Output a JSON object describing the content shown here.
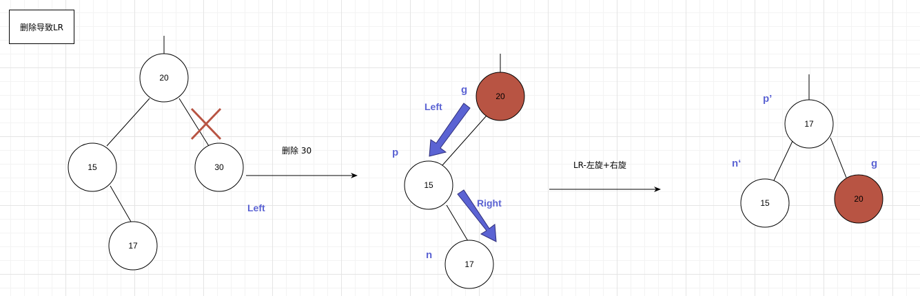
{
  "title_box": {
    "text": "删除导致LR"
  },
  "step1": {
    "nodes": {
      "root": "20",
      "left": "15",
      "right": "30",
      "left_right": "17"
    },
    "deleted_mark": "x-mark-icon"
  },
  "transition1": {
    "label": "删除 30",
    "note": "Left"
  },
  "step2": {
    "nodes": {
      "g": "20",
      "p": "15",
      "n": "17"
    },
    "labels": {
      "g": "g",
      "p": "p",
      "n": "n",
      "left": "Left",
      "right": "Right"
    }
  },
  "transition2": {
    "label": "LR-左旋+右旋"
  },
  "step3": {
    "nodes": {
      "root": "17",
      "left": "15",
      "right": "20"
    },
    "labels": {
      "p_prime": "p’",
      "n_prime": "n‘",
      "g": "g"
    }
  },
  "colors": {
    "red_node": "#b85443",
    "blue_label": "#5b63d3",
    "blue_arrow": "#5b63d3",
    "x_mark": "#b85443"
  }
}
